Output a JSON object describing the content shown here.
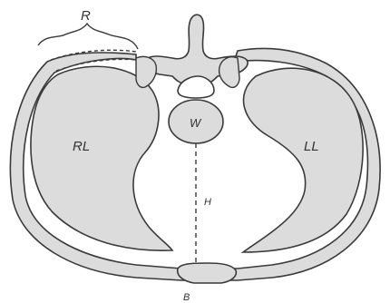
{
  "labels": {
    "right_ribs": "R",
    "right_lung": "RL",
    "left_lung": "LL",
    "vertebra": "W",
    "depth": "H",
    "sternum": "B"
  },
  "colors": {
    "tissue": "#dcdcdc",
    "line": "#3a3a3a",
    "background": "#ffffff"
  }
}
